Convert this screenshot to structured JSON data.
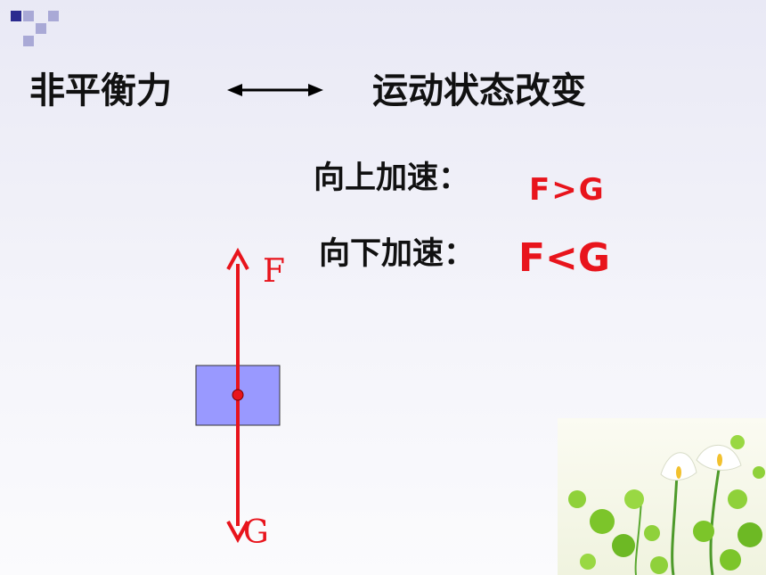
{
  "heading": {
    "left": "非平衡力",
    "right": "运动状态改变"
  },
  "cases": [
    {
      "label": "向上加速：",
      "relation": "F>G"
    },
    {
      "label": "向下加速：",
      "relation": "F<G"
    }
  ],
  "diagram": {
    "upper_force_label": "F",
    "lower_force_label": "G",
    "block_color": "#9999ff",
    "force_color": "#e8141c"
  },
  "colors": {
    "deco_dark": "#2b2b8f",
    "deco_light": "#a9a9d6"
  }
}
